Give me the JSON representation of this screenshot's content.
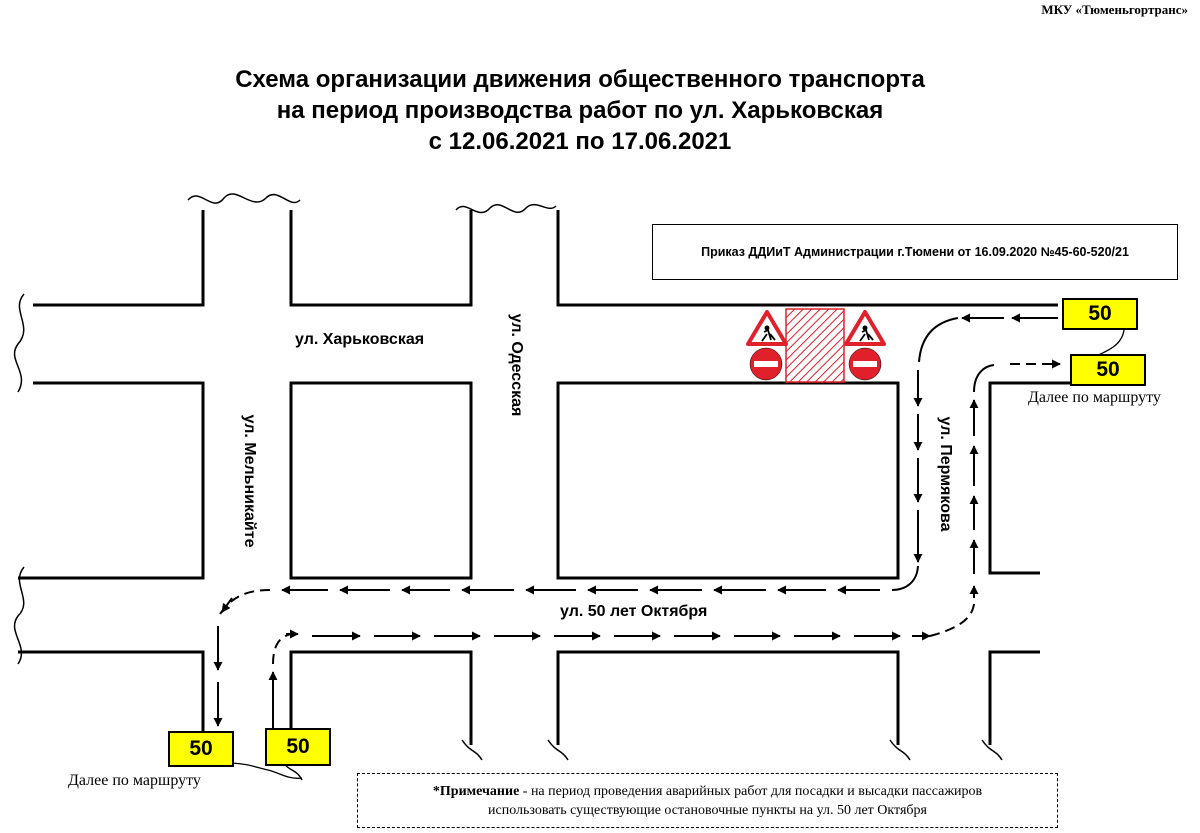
{
  "header": {
    "organization": "МКУ «Тюменьгортранс»",
    "title_lines": [
      "Схема организации движения общественного транспорта",
      "на период производства работ по ул. Харьковская",
      "с 12.06.2021 по 17.06.2021"
    ]
  },
  "order_box": {
    "text": "Приказ ДДИиТ Администрации г.Тюмени от 16.09.2020 №45-60-520/21"
  },
  "streets": {
    "kharkovskaya": "ул. Харьковская",
    "odesskaya": "ул. Одесская",
    "melnikaite": "ул. Мельникайте",
    "permyakova": "ул. Пермякова",
    "oktyabrya": "ул. 50 лет Октября"
  },
  "route_badges": {
    "top_entry": "50",
    "top_exit": "50",
    "bottom_exit": "50",
    "bottom_entry": "50"
  },
  "further_labels": {
    "right": "Далее по маршруту",
    "left": "Далее по маршруту"
  },
  "signs": {
    "left_roadwork": "roadwork-sign-icon",
    "left_no_entry": "no-entry-sign-icon",
    "right_roadwork": "roadwork-sign-icon",
    "right_no_entry": "no-entry-sign-icon"
  },
  "colors": {
    "sign_red": "#e0202a",
    "badge_yellow": "#ffff00",
    "hatch_red": "#e0202a"
  },
  "note": {
    "label": "*Примечание",
    "text": " - на период проведения аварийных работ для посадки и высадки пассажиров",
    "text_line2": "использовать существующие остановочные пункты на ул. 50 лет Октября"
  }
}
